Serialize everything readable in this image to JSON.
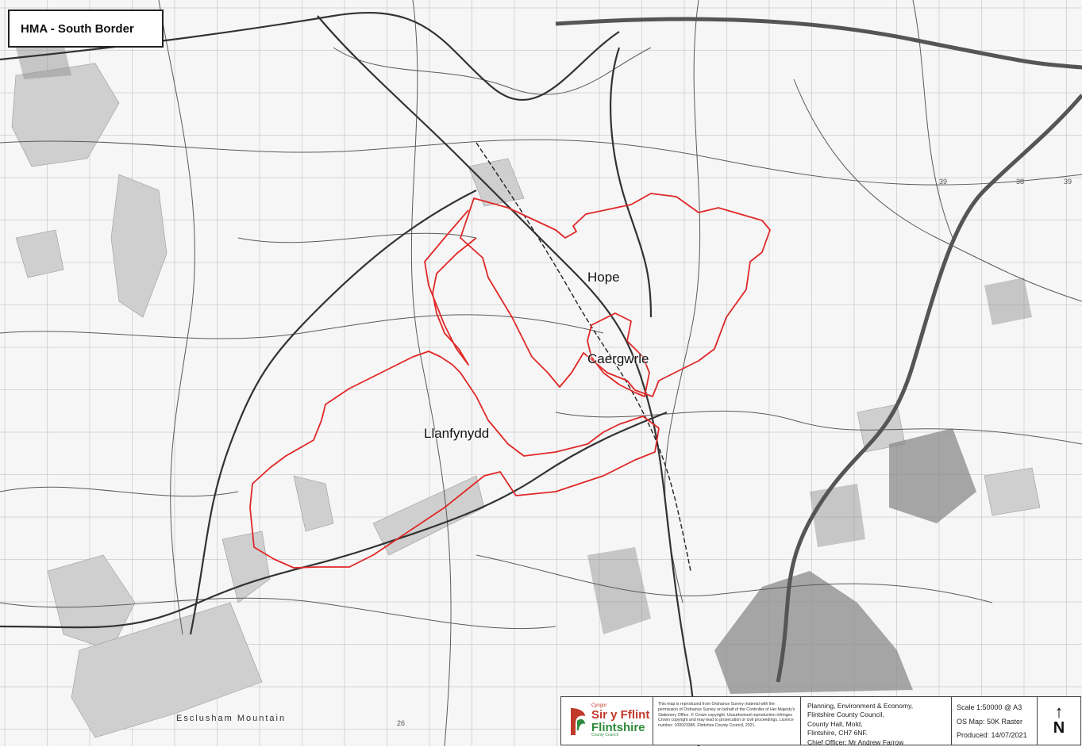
{
  "title": "HMA - South Border",
  "places": [
    {
      "id": "hope",
      "name": "Hope"
    },
    {
      "id": "caergwrle",
      "name": "Caergwrle"
    },
    {
      "id": "llanfynydd",
      "name": "Llanfynydd"
    }
  ],
  "mountain_label": "Esclusham Mountain",
  "colors": {
    "boundary": "#e02828",
    "roads": "#444444",
    "motorway": "#555555",
    "woodland": "#cfcfcf",
    "urban": "#8a8a8a",
    "grid": "#b5b5b5",
    "map_background": "#f6f6f6"
  },
  "footer": {
    "logo": {
      "line1": "Cyngor",
      "line2": "Sir y Fflint",
      "line3": "Flintshire",
      "line4": "County Council"
    },
    "copyright_text": "This map is reproduced from Ordnance Survey material with the permission of Ordnance Survey on behalf of the Controller of Her Majesty's Stationery Office. © Crown copyright. Unauthorised reproduction infringes Crown copyright and may lead to prosecution or civil proceedings. Licence number: 100023386. Flintshire County Council, 2021.",
    "department": [
      "Planning, Environment & Economy,",
      "Flintshire County Council,",
      "County Hall, Mold,",
      "Flintshire, CH7 6NF.",
      "Chief Officer: Mr Andrew Farrow"
    ],
    "scale": "Scale 1:50000 @ A3",
    "os_map": "OS Map: 50K Raster",
    "produced": "Produced: 14/07/2021",
    "north": "N",
    "north_arrow": "↑"
  }
}
